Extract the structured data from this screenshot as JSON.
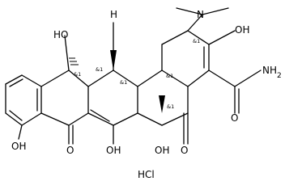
{
  "molecule": {
    "salt_label": "HCl",
    "atoms": {
      "oh_top_left": "HO",
      "h_top": "H",
      "n_dimethyl": "N",
      "oh_enol_right": "OH",
      "nh2": "NH",
      "nh2_subscript": "2",
      "o_amide": "O",
      "oh_bottom_left": "OH",
      "o_ketone_left": "O",
      "oh_bottom_mid": "OH",
      "oh_ring_junction": "OH",
      "o_ketone_right": "O"
    },
    "stereo_labels": {
      "c6": "&1",
      "c5a": "&1",
      "c5a_b": "&1",
      "c4a": "&1",
      "c4": "&1",
      "c12a": "&1"
    }
  }
}
